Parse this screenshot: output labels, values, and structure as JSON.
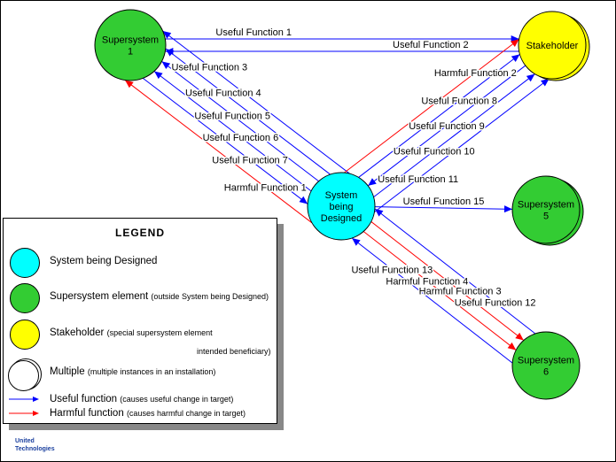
{
  "colors": {
    "system": "#00FFFF",
    "supersystem": "#33CC33",
    "stakeholder": "#FFFF00",
    "useful": "#0000FF",
    "harmful": "#FF0000"
  },
  "nodes": {
    "ss1": {
      "line1": "Supersystem",
      "line2": "1",
      "kind": "supersystem",
      "multiple": false
    },
    "stake": {
      "line1": "Stakeholder",
      "line2": "",
      "kind": "stakeholder",
      "multiple": true
    },
    "sys": {
      "line1": "System",
      "line2": "being",
      "line3": "Designed",
      "kind": "system",
      "multiple": false
    },
    "ss5": {
      "line1": "Supersystem",
      "line2": "5",
      "kind": "supersystem",
      "multiple": true
    },
    "ss6": {
      "line1": "Supersystem",
      "line2": "6",
      "kind": "supersystem",
      "multiple": false
    }
  },
  "edges": [
    {
      "from": "ss1",
      "to": "stake",
      "type": "useful",
      "label": "Useful Function 1"
    },
    {
      "from": "stake",
      "to": "ss1",
      "type": "useful",
      "label": "Useful Function 2"
    },
    {
      "from": "sys",
      "to": "ss1",
      "type": "useful",
      "label": "Useful Function 3"
    },
    {
      "from": "sys",
      "to": "ss1",
      "type": "useful",
      "label": "Useful Function 4"
    },
    {
      "from": "sys",
      "to": "ss1",
      "type": "useful",
      "label": "Useful Function 5"
    },
    {
      "from": "sys",
      "to": "ss1",
      "type": "useful",
      "label": "Useful Function 6"
    },
    {
      "from": "ss1",
      "to": "sys",
      "type": "useful",
      "label": "Useful Function 7"
    },
    {
      "from": "sys",
      "to": "ss1",
      "type": "harmful",
      "label": "Harmful Function 1"
    },
    {
      "from": "sys",
      "to": "stake",
      "type": "harmful",
      "label": "Harmful Function 2"
    },
    {
      "from": "sys",
      "to": "stake",
      "type": "useful",
      "label": "Useful Function 8"
    },
    {
      "from": "stake",
      "to": "sys",
      "type": "useful",
      "label": "Useful Function 9"
    },
    {
      "from": "sys",
      "to": "stake",
      "type": "useful",
      "label": "Useful Function 10"
    },
    {
      "from": "sys",
      "to": "stake",
      "type": "useful",
      "label": "Useful Function 11"
    },
    {
      "from": "sys",
      "to": "ss5",
      "type": "useful",
      "label": "Useful Function 15"
    },
    {
      "from": "ss6",
      "to": "sys",
      "type": "useful",
      "label": "Useful Function 12"
    },
    {
      "from": "sys",
      "to": "ss6",
      "type": "harmful",
      "label": "Harmful Function 3"
    },
    {
      "from": "sys",
      "to": "ss6",
      "type": "harmful",
      "label": "Harmful Function 4"
    },
    {
      "from": "ss6",
      "to": "sys",
      "type": "useful",
      "label": "Useful Function 13"
    }
  ],
  "legend": {
    "title": "LEGEND",
    "system": "System being Designed",
    "supersystem": "Supersystem element",
    "supersystem_note": "(outside System being Designed)",
    "stakeholder": "Stakeholder",
    "stakeholder_note": "(special supersystem element",
    "stakeholder_note2": "intended beneficiary)",
    "multiple": "Multiple",
    "multiple_note": "(multiple instances in an installation)",
    "useful": "Useful function",
    "useful_note": "(causes useful change in target)",
    "harmful": "Harmful function",
    "harmful_note": "(causes harmful change in target)"
  },
  "logo": {
    "line1": "United",
    "line2": "Technologies"
  }
}
